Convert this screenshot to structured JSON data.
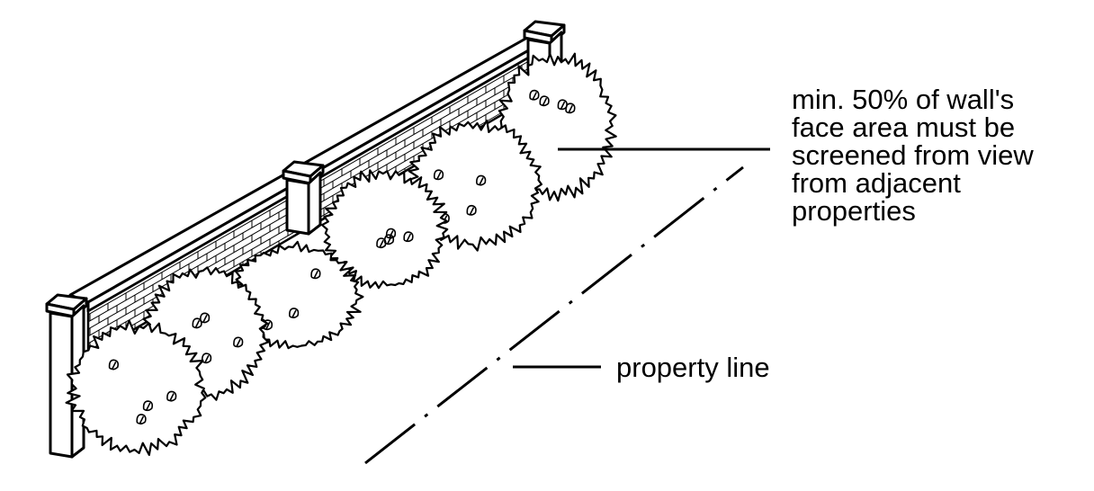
{
  "annotations": {
    "wall_screening": {
      "lines": [
        "min. 50% of wall's",
        "face area must be",
        "screened from view",
        "from adjacent",
        "properties"
      ]
    },
    "property_line": {
      "label": "property line"
    }
  },
  "colors": {
    "ink": "#000000",
    "paper": "#ffffff"
  },
  "shrub_count": 6,
  "pillar_count": 3
}
